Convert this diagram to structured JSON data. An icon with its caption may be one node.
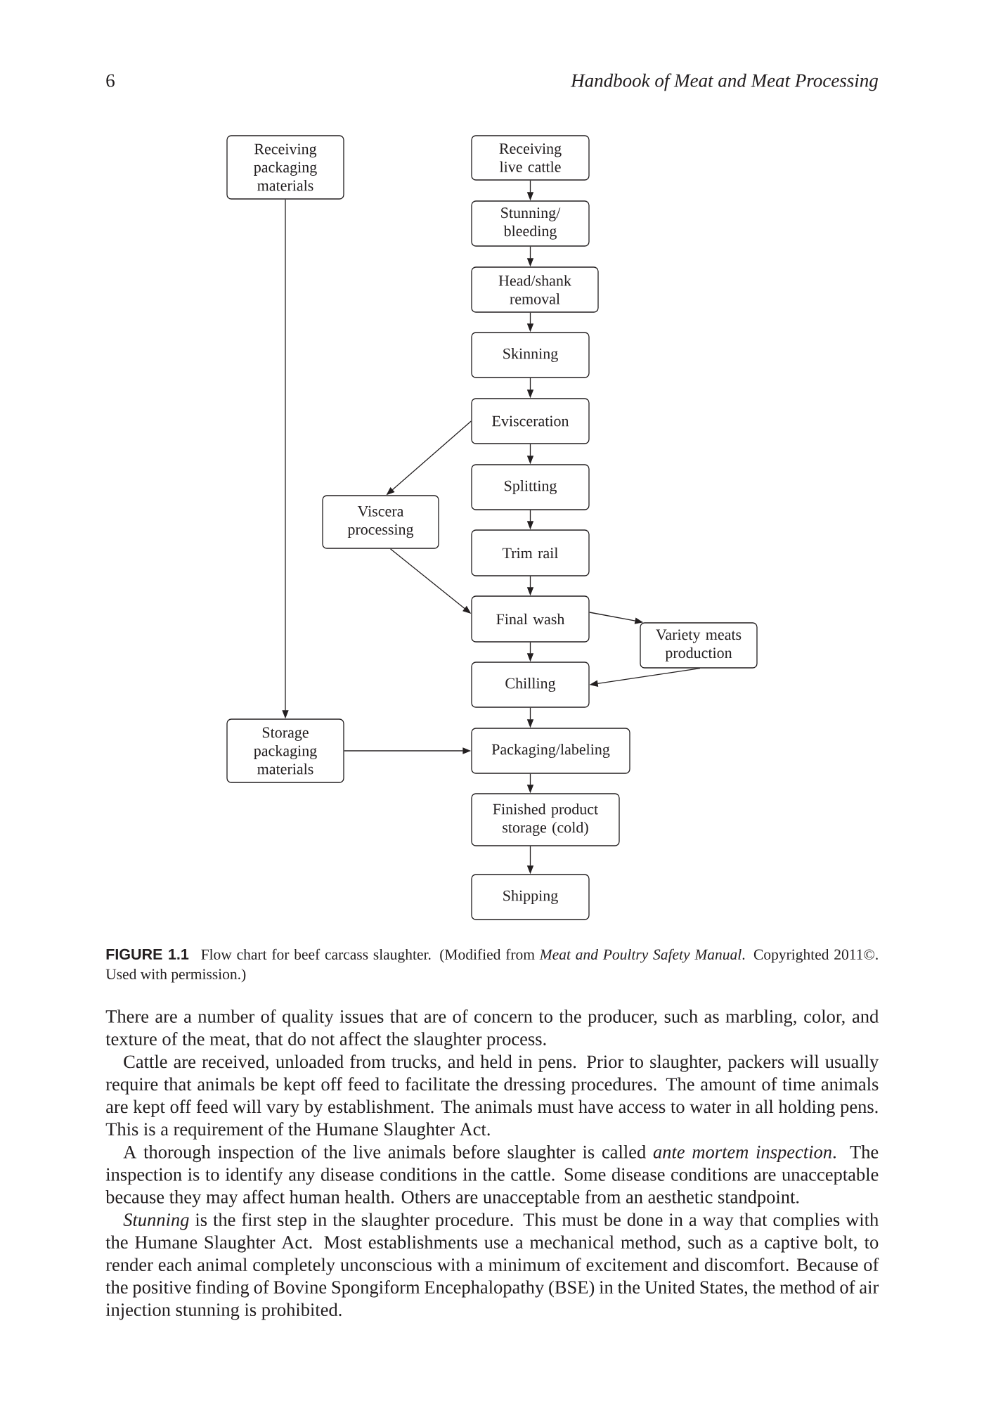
{
  "diagram": {
    "caption": "**FIGURE 1.1** Flow chart for beef carcass slaughter. (Modified from *Meat and Poultry Safety Manual*. Copyrighted 2011©. Used with permission.)",
    "nodes": [
      {
        "text": [
          "Receiving packaging materials"
        ]
      },
      {
        "text": [
          "Receiving live cattle"
        ]
      },
      {
        "text": [
          "Stunning/ bleeding"
        ]
      },
      {
        "text": [
          "Head/shank removal"
        ]
      },
      {
        "text": [
          "Skinning"
        ]
      },
      {
        "text": [
          "Evisceration"
        ]
      },
      {
        "text": [
          "Splitting"
        ]
      },
      {
        "text": [
          "Viscera processing"
        ]
      },
      {
        "text": [
          "Trim rail"
        ]
      },
      {
        "text": [
          "Final wash"
        ]
      },
      {
        "text": [
          "Variety meats production"
        ]
      },
      {
        "text": [
          "Chilling"
        ]
      },
      {
        "text": [
          "Storage packaging materials"
        ]
      },
      {
        "text": [
          "Packaging/labeling"
        ]
      },
      {
        "text": [
          "Finished product storage (cold)"
        ]
      },
      {
        "text": [
          "Shipping"
        ]
      }
    ],
    "edges": [
      {
        "from": 0,
        "to": 12,
        "arrow": "to"
      },
      {
        "from": 1,
        "to": 2,
        "arrow": "to"
      },
      {
        "from": 2,
        "to": 3,
        "arrow": "to"
      },
      {
        "from": 3,
        "to": 4,
        "arrow": "to"
      },
      {
        "from": 4,
        "to": 5,
        "arrow": "to"
      },
      {
        "from": 5,
        "to": 7,
        "arrow": "to"
      },
      {
        "from": 5,
        "to": 6,
        "arrow": "to"
      },
      {
        "from": 6,
        "to": 8,
        "arrow": "to"
      },
      {
        "from": 7,
        "to": 9,
        "arrow": "to"
      },
      {
        "from": 8,
        "to": 9,
        "arrow": "to"
      },
      {
        "from": 9,
        "to": 10,
        "arrow": "to"
      },
      {
        "from": 9,
        "to": 11,
        "arrow": "to"
      },
      {
        "from": 10,
        "to": 11,
        "arrow": "to"
      },
      {
        "from": 11,
        "to": 13,
        "arrow": "to"
      },
      {
        "from": 12,
        "to": 13,
        "arrow": "to"
      },
      {
        "from": 13,
        "to": 14,
        "arrow": "to"
      },
      {
        "from": 14,
        "to": 15,
        "arrow": "to"
      }
    ],
    "labels": [
      "6",
      "Handbook of Meat and Meat Processing",
      "There are a number of quality issues that are of concern to the producer, such as marbling, color, and texture of the meat, that do not affect the slaughter process.",
      "Cattle are received, unloaded from trucks, and held in pens. Prior to slaughter, packers will usually require that animals be kept off feed to facilitate the dressing procedures. The amount of time animals are kept off feed will vary by establishment. The animals must have access to water in all holding pens. This is a requirement of the Humane Slaughter Act.",
      "A thorough inspection of the live animals before slaughter is called *ante mortem inspection*. The inspection is to identify any disease conditions in the cattle. Some disease conditions are unacceptable because they may affect human health. Others are unacceptable from an aesthetic standpoint.",
      "*Stunning* is the first step in the slaughter procedure. This must be done in a way that complies with the Humane Slaughter Act. Most establishments use a mechanical method, such as a captive bolt, to render each animal completely unconscious with a minimum of excitement and discomfort. Because of the positive finding of Bovine Spongiform Encephalopathy (BSE) in the United States, the method of air injection stunning is prohibited."
    ]
  }
}
